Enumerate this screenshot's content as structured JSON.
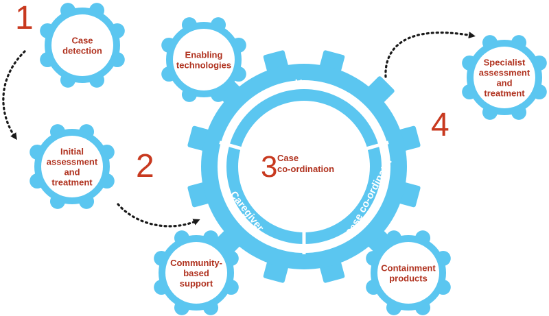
{
  "colors": {
    "gear": "#5bc6f0",
    "label": "#b0321f",
    "step": "#c8391f",
    "ring_text": "#ffffff"
  },
  "steps": {
    "s1": "1",
    "s2": "2",
    "s3": "3",
    "s4": "4"
  },
  "gears": {
    "case_detection": [
      "Case",
      "detection"
    ],
    "initial_assessment": [
      "Initial",
      "assessment",
      "and",
      "treatment"
    ],
    "enabling_technologies": [
      "Enabling",
      "technologies"
    ],
    "specialist_assessment": [
      "Specialist",
      "assessment",
      "and",
      "treatment"
    ],
    "community_support": [
      "Community-",
      "based",
      "support"
    ],
    "containment_products": [
      "Containment",
      "products"
    ]
  },
  "center": {
    "line1": "Case",
    "line2": "co-ordination"
  },
  "ring": {
    "user": "User",
    "caregiver": "Caregiver",
    "coordinator": "Case co-ordinator"
  }
}
